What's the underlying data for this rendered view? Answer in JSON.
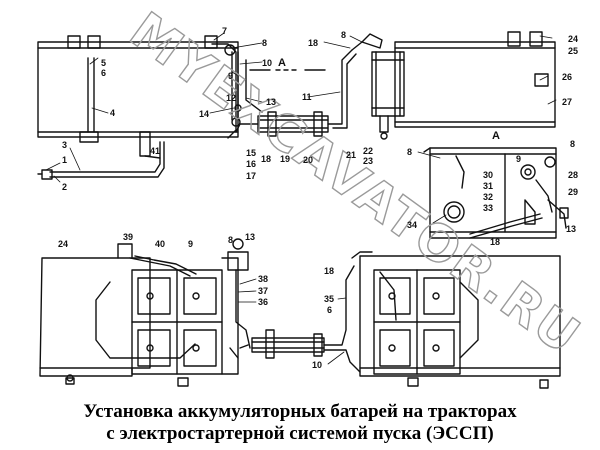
{
  "caption": {
    "line1": "Установка аккумуляторных батарей на тракторах",
    "line2": "с электростартерной системой пуска (ЭССП)"
  },
  "watermark": "MYEXCAVATOR.RU",
  "section_label": "A",
  "callouts": {
    "n1": "1",
    "n2": "2",
    "n3": "3",
    "n4": "4",
    "n5": "5",
    "n6": "6",
    "n7": "7",
    "n8": "8",
    "n9": "9",
    "n10": "10",
    "n11": "11",
    "n12": "12",
    "n13": "13",
    "n14": "14",
    "n15": "15",
    "n16": "16",
    "n17": "17",
    "n18": "18",
    "n19": "19",
    "n20": "20",
    "n21": "21",
    "n22": "22",
    "n23": "23",
    "n24": "24",
    "n25": "25",
    "n26": "26",
    "n27": "27",
    "n28": "28",
    "n29": "29",
    "n30": "30",
    "n31": "31",
    "n32": "32",
    "n33": "33",
    "n34": "34",
    "n35": "35",
    "n36": "36",
    "n37": "37",
    "n38": "38",
    "n39": "39",
    "n40": "40",
    "n41": "41"
  },
  "colors": {
    "ink": "#111111",
    "watermark": "#9a9a9a",
    "background": "#ffffff"
  }
}
